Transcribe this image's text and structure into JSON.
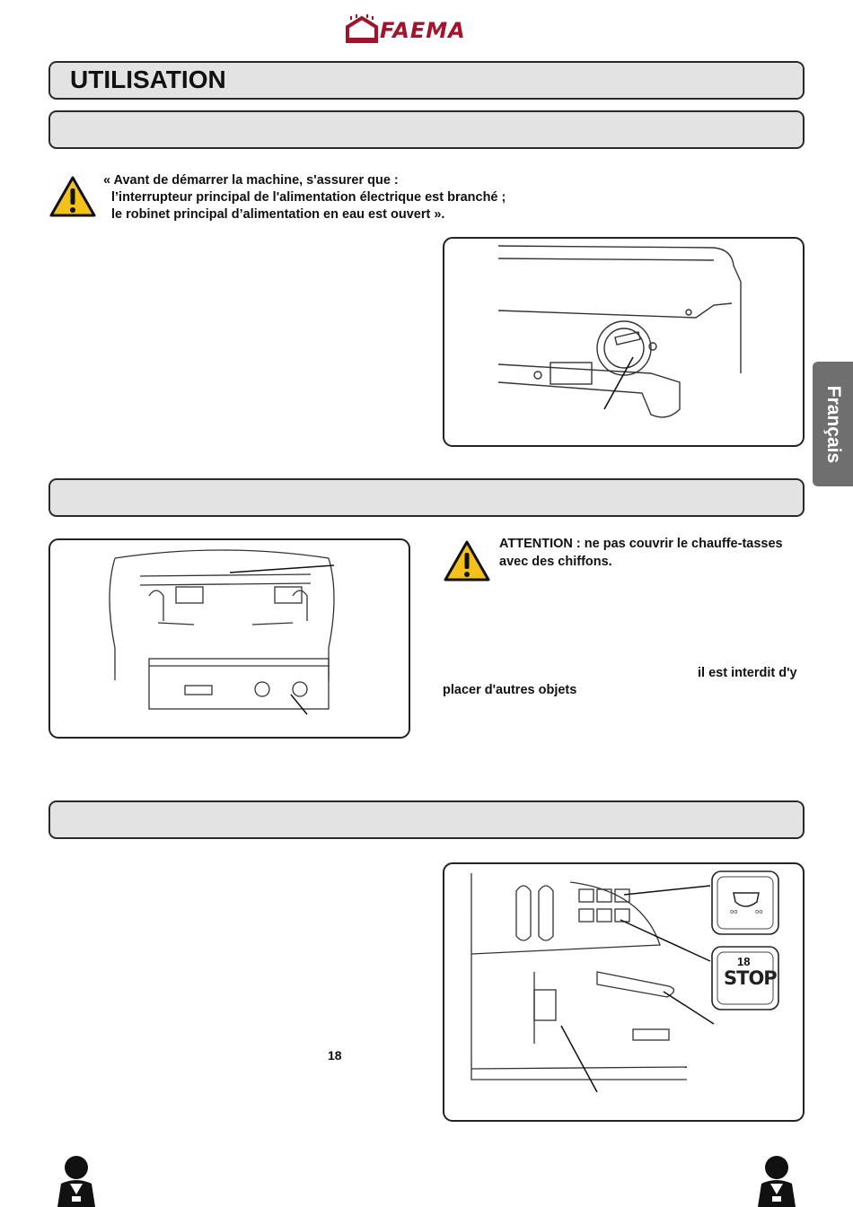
{
  "brand": {
    "logo_text": "FAEMA",
    "color": "#a3142c"
  },
  "header": {
    "title": "UTILISATION"
  },
  "side_tab": {
    "label": "Français"
  },
  "warning1": {
    "line1": "« Avant de démarrer la machine, s'assurer que :",
    "line2": "l’interrupteur principal de l'alimentation électrique est branché ;",
    "line3": "le robinet principal d’alimentation en eau est ouvert »."
  },
  "warning2": {
    "line1": "ATTENTION : ne pas couvrir le chauffe-tasses",
    "line2": "avec des chiffons.",
    "line3": "il est interdit d'y",
    "line4": "placer d'autres objets"
  },
  "panel_labels": {
    "number": "18",
    "stop": "STOP"
  },
  "page_ref": "18",
  "colors": {
    "bar_fill": "#e3e3e3",
    "warning_yellow": "#f3c21a",
    "side_tab": "#6f6f6f"
  }
}
